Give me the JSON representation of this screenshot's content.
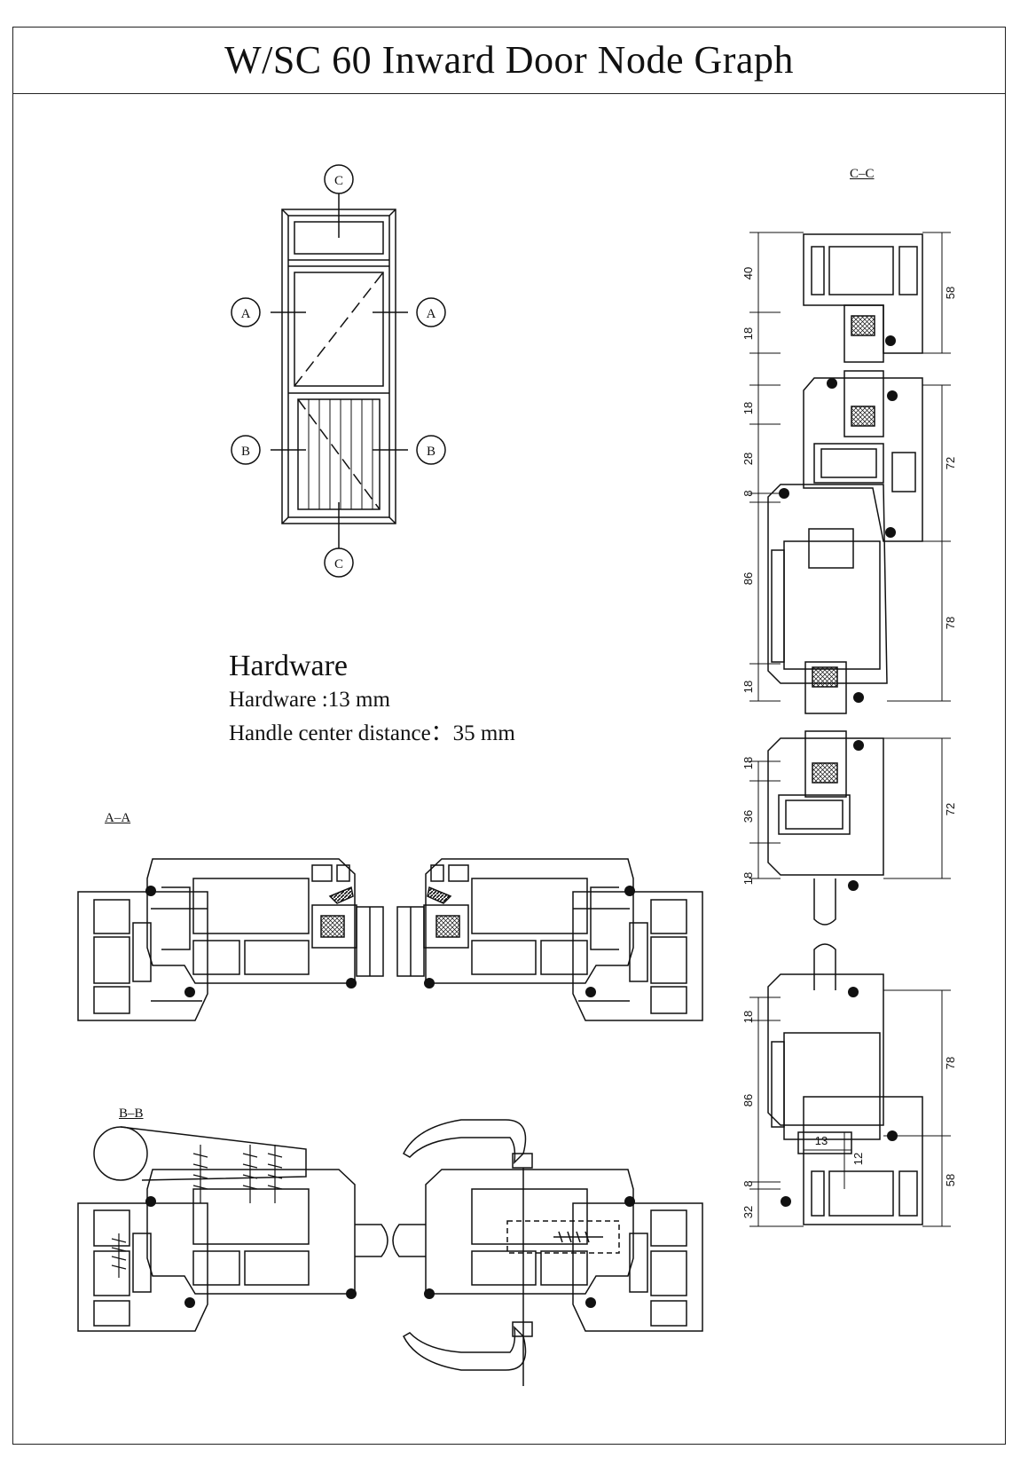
{
  "title": "W/SC 60 Inward Door Node Graph",
  "elevation": {
    "markers": [
      "C",
      "A",
      "A",
      "B",
      "B",
      "C"
    ]
  },
  "hardware": {
    "heading": "Hardware",
    "lines": [
      "Hardware  :13 mm",
      "Handle center distance：35 mm"
    ]
  },
  "sections": {
    "aa": "A–A",
    "bb": "B–B",
    "cc": "C–C"
  },
  "dimensions": {
    "left": [
      "40",
      "18",
      "18",
      "28",
      "8",
      "86",
      "18",
      "18",
      "36",
      "18",
      "18",
      "86",
      "8",
      "32"
    ],
    "right": [
      "58",
      "72",
      "78",
      "72",
      "78",
      "58"
    ],
    "inner": [
      "13",
      "12"
    ]
  }
}
